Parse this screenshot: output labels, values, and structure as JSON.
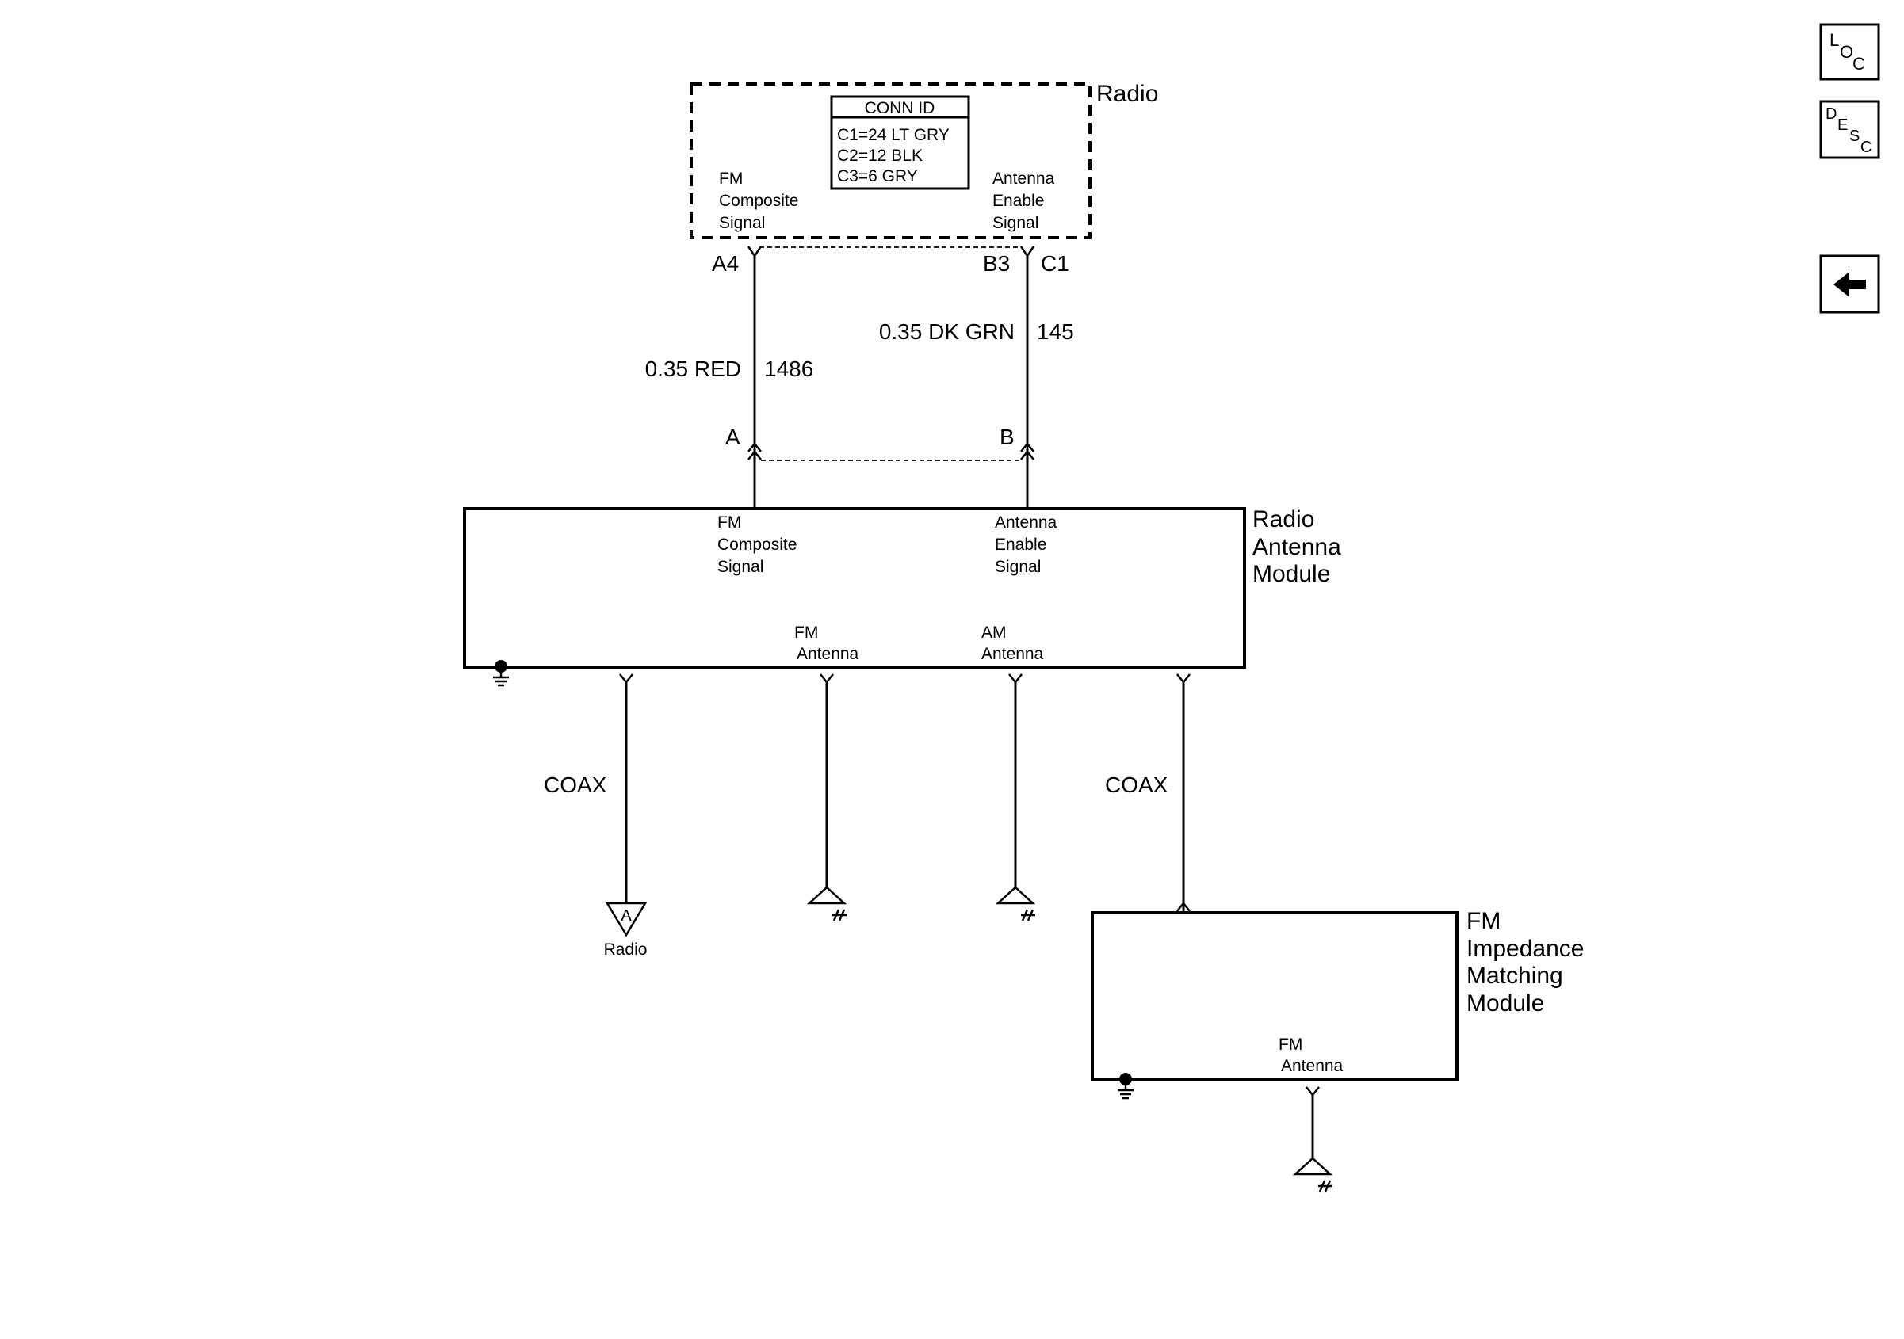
{
  "radio": {
    "title": "Radio",
    "conn_id": {
      "header": "CONN ID",
      "rows": [
        "C1=24 LT GRY",
        "C2=12 BLK",
        "C3=6 GRY"
      ]
    },
    "left_label": [
      "FM",
      "Composite",
      "Signal"
    ],
    "right_label": [
      "Antenna",
      "Enable",
      "Signal"
    ],
    "pin_left": "A4",
    "pin_right_a": "B3",
    "pin_right_b": "C1"
  },
  "wires": {
    "left": {
      "size_color": "0.35 RED",
      "circuit": "1486"
    },
    "right": {
      "size_color": "0.35 DK GRN",
      "circuit": "145"
    }
  },
  "ram_connector": {
    "pin_left": "A",
    "pin_right": "B"
  },
  "radio_antenna_module": {
    "title": [
      "Radio",
      "Antenna",
      "Module"
    ],
    "left_label": [
      "FM",
      "Composite",
      "Signal"
    ],
    "right_label": [
      "Antenna",
      "Enable",
      "Signal"
    ],
    "fm_antenna": [
      "FM",
      "Antenna"
    ],
    "am_antenna": [
      "AM",
      "Antenna"
    ]
  },
  "coax_left": "COAX",
  "coax_right": "COAX",
  "reference": {
    "letter": "A",
    "label": "Radio"
  },
  "fm_impedance_module": {
    "title": [
      "FM",
      "Impedance",
      "Matching",
      "Module"
    ],
    "fm_antenna": [
      "FM",
      "Antenna"
    ]
  },
  "nav": {
    "loc": [
      "L",
      "O",
      "C"
    ],
    "desc": [
      "D",
      "E",
      "S",
      "C"
    ],
    "back_icon": "left-arrow-icon"
  }
}
